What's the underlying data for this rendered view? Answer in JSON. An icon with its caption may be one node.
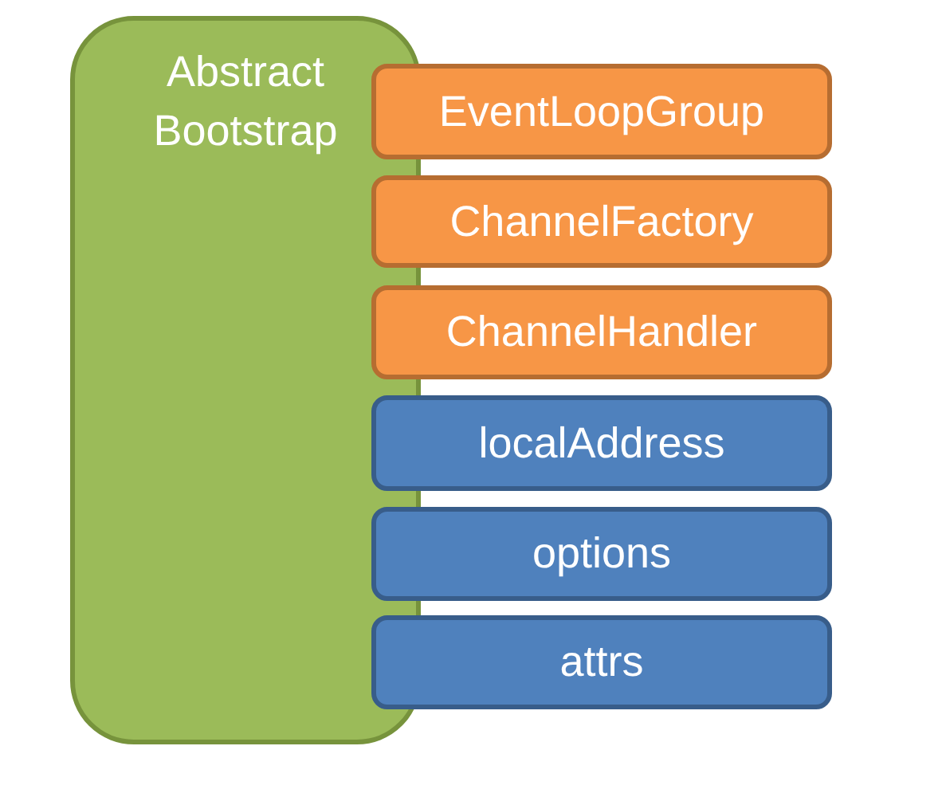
{
  "diagram": {
    "nodes": [
      {
        "text": [
          "Abstract Bootstrap"
        ]
      },
      {
        "text": [
          "EventLoopGroup"
        ]
      },
      {
        "text": [
          "ChannelFactory"
        ]
      },
      {
        "text": [
          "ChannelHandler"
        ]
      },
      {
        "text": [
          "localAddress"
        ]
      },
      {
        "text": [
          "options"
        ]
      },
      {
        "text": [
          "attrs"
        ]
      }
    ]
  }
}
